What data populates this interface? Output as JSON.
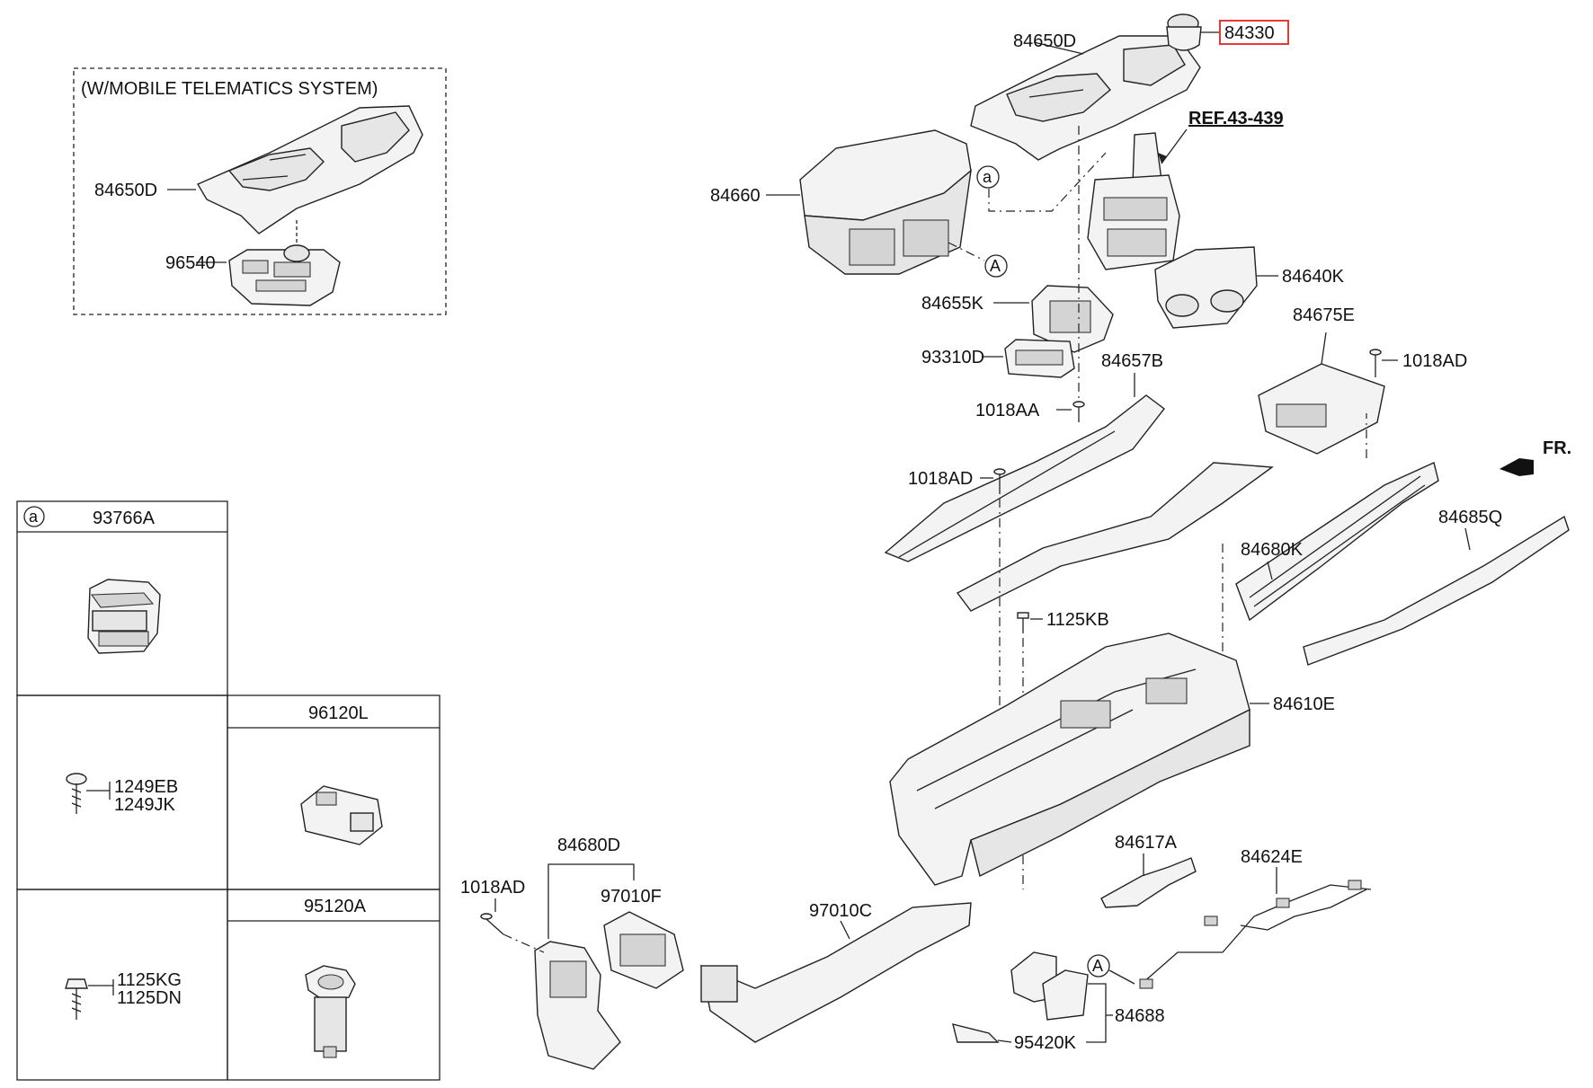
{
  "inset": {
    "title": "(W/MOBILE TELEMATICS SYSTEM)",
    "labels": {
      "p84650d": "84650D",
      "p96540": "96540"
    }
  },
  "table": {
    "callout": "a",
    "cells": {
      "p93766a": "93766A",
      "p96120l": "96120L",
      "p95120a": "95120A",
      "p1249eb": "1249EB",
      "p1249jk": "1249JK",
      "p1125kg": "1125KG",
      "p1125dn": "1125DN"
    }
  },
  "main_labels": {
    "p84650d": "84650D",
    "p84330": "84330",
    "ref": "REF.43-439",
    "p84660": "84660",
    "p84640k": "84640K",
    "p84655k": "84655K",
    "p84675e": "84675E",
    "p93310d": "93310D",
    "p84657b": "84657B",
    "p1018ad_a": "1018AD",
    "p1018aa": "1018AA",
    "p1018ad_b": "1018AD",
    "fr": "FR.",
    "p84685q": "84685Q",
    "p84680k": "84680K",
    "p1125kb": "1125KB",
    "p84610e": "84610E",
    "p84617a": "84617A",
    "p84624e": "84624E",
    "p84680d": "84680D",
    "p1018ad_c": "1018AD",
    "p97010f": "97010F",
    "p97010c": "97010C",
    "p84688": "84688",
    "p95420k": "95420K"
  },
  "callouts": {
    "a": "a",
    "A": "A"
  },
  "colors": {
    "highlight": "#e53935",
    "line": "#222222"
  }
}
